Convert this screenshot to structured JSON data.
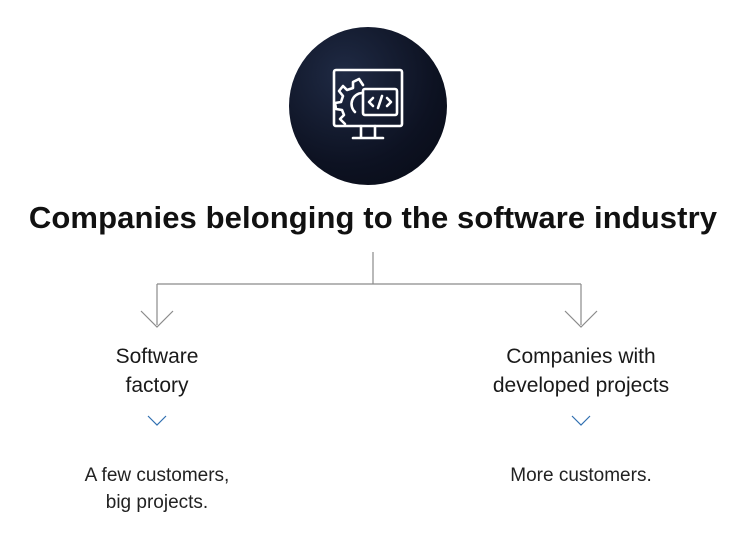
{
  "icon": {
    "name": "monitor-code-gear-icon"
  },
  "title": "Companies belonging to the software industry",
  "branches": [
    {
      "title_line1": "Software",
      "title_line2": "factory",
      "desc_line1": "A few customers,",
      "desc_line2": "big projects."
    },
    {
      "title_line1": "Companies with",
      "title_line2": "developed projects",
      "desc_line1": "More customers.",
      "desc_line2": ""
    }
  ],
  "colors": {
    "emblem": "#0d1222",
    "connector": "#8a8a8a",
    "chevron_accent": "#2f6fb0"
  }
}
